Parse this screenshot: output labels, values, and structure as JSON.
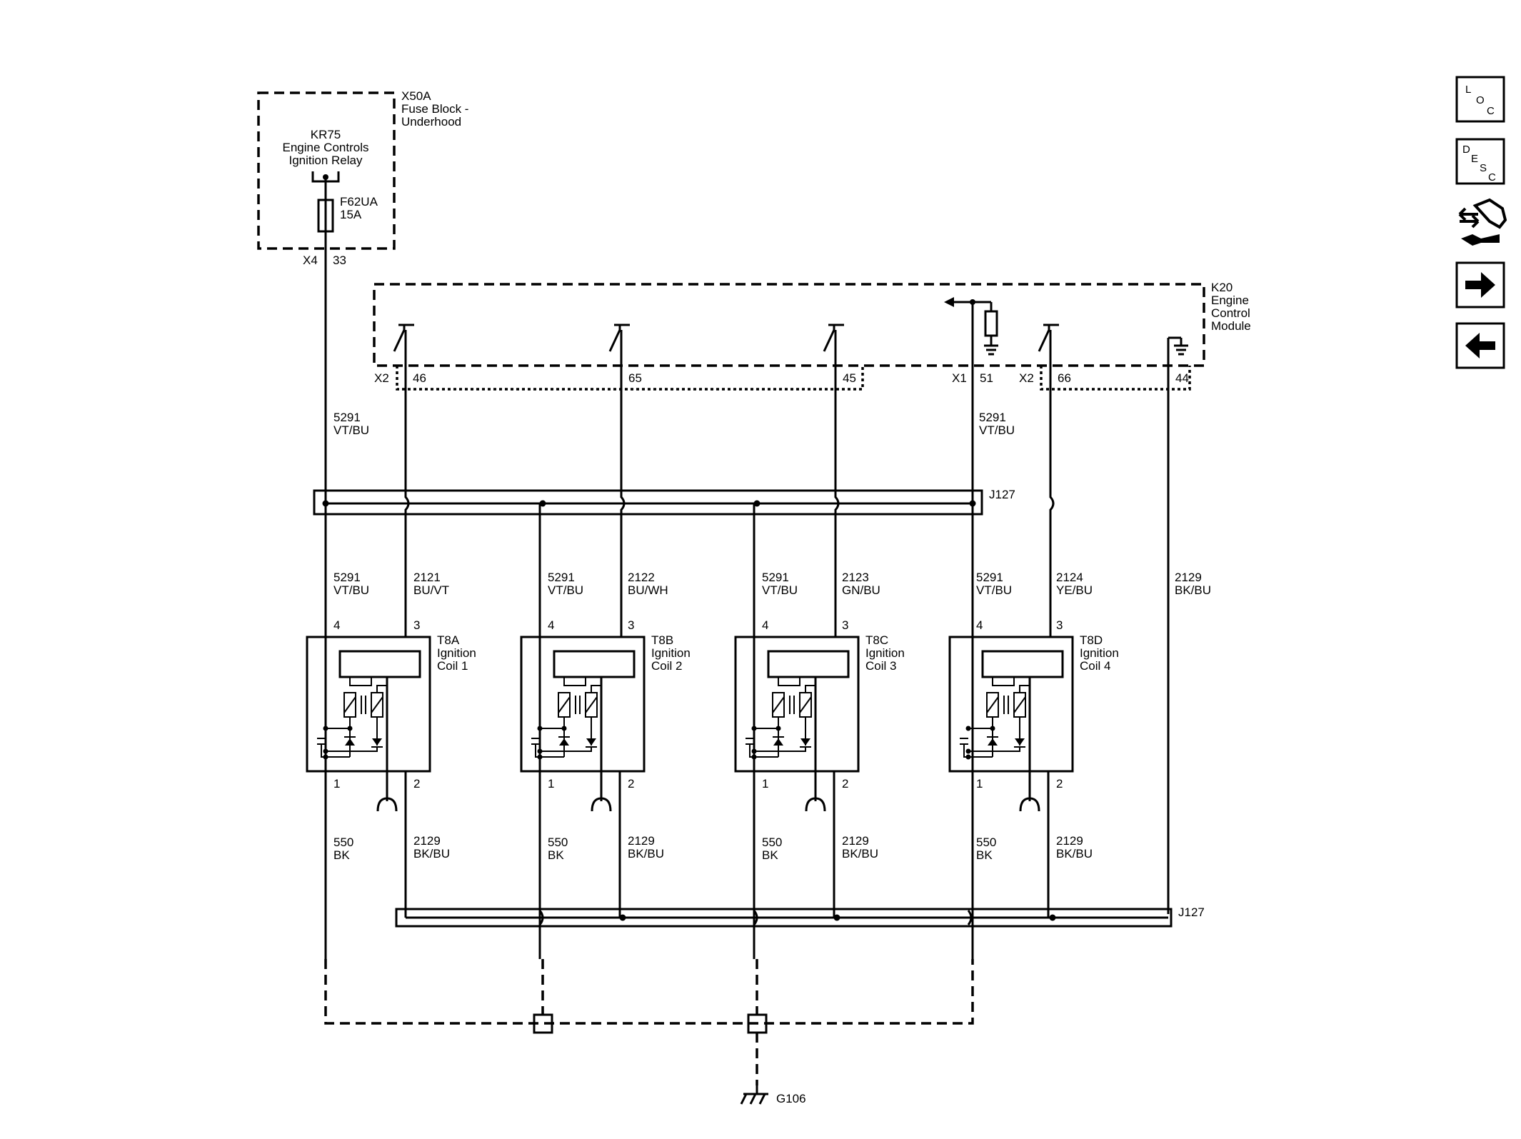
{
  "fuse_block": {
    "name": "X50A",
    "desc1": "Fuse Block -",
    "desc2": "Underhood",
    "relay_name": "KR75",
    "relay_desc1": "Engine Controls",
    "relay_desc2": "Ignition Relay",
    "fuse_name": "F62UA",
    "fuse_rating": "15A",
    "connector": "X4",
    "pin": "33"
  },
  "ecm": {
    "name": "K20",
    "desc1": "Engine",
    "desc2": "Control",
    "desc3": "Module",
    "connectors": [
      "X2",
      "X1",
      "X2"
    ],
    "pins": [
      "46",
      "65",
      "45",
      "51",
      "66",
      "44"
    ]
  },
  "splice_top": "J127",
  "splice_bottom": "J127",
  "wires": {
    "supply_num": "5291",
    "supply_color": "VT/BU",
    "ground_num": "550",
    "ground_color": "BK",
    "low_ref_num": "2129",
    "low_ref_color": "BK/BU"
  },
  "coils": [
    {
      "id": "T8A",
      "d1": "Ignition",
      "d2": "Coil 1",
      "ctrl_num": "2121",
      "ctrl_color": "BU/VT"
    },
    {
      "id": "T8B",
      "d1": "Ignition",
      "d2": "Coil 2",
      "ctrl_num": "2122",
      "ctrl_color": "BU/WH"
    },
    {
      "id": "T8C",
      "d1": "Ignition",
      "d2": "Coil 3",
      "ctrl_num": "2123",
      "ctrl_color": "GN/BU"
    },
    {
      "id": "T8D",
      "d1": "Ignition",
      "d2": "Coil 4",
      "ctrl_num": "2124",
      "ctrl_color": "YE/BU"
    }
  ],
  "coil_pins": {
    "p4": "4",
    "p3": "3",
    "p1": "1",
    "p2": "2"
  },
  "ground": "G106",
  "nav": {
    "loc": [
      "L",
      "O",
      "C"
    ],
    "desc": [
      "D",
      "E",
      "S",
      "C"
    ],
    "icons": [
      "connector-repair-icon",
      "next-arrow-icon",
      "previous-arrow-icon"
    ]
  }
}
